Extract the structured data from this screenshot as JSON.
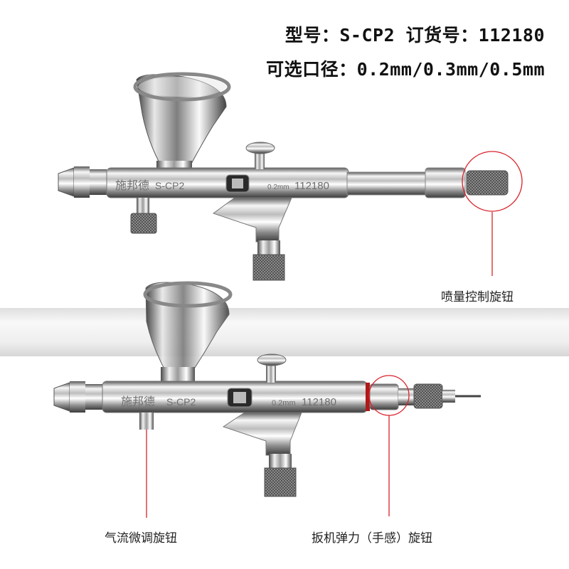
{
  "header": {
    "line1": "型号：S-CP2  订货号：112180",
    "line2": "可选口径：0.2mm/0.3mm/0.5mm"
  },
  "airbrush_top": {
    "brand_engraving": "施邦德",
    "model_engraving": "S-CP2",
    "size_engraving": "0.2mm",
    "number_engraving": "112180"
  },
  "airbrush_bottom": {
    "brand_engraving": "施邦德",
    "model_engraving": "S-CP2",
    "size_engraving": "0.2mm",
    "number_engraving": "112180"
  },
  "callouts": {
    "spray_knob": "喷量控制旋钮",
    "air_adjust": "气流微调旋钮",
    "trigger_tension": "扳机弹力（手感）旋钮"
  },
  "colors": {
    "callout_line": "#d8232a",
    "chrome_dark": "#3a3a3a",
    "chrome_light": "#f4f4f4"
  }
}
